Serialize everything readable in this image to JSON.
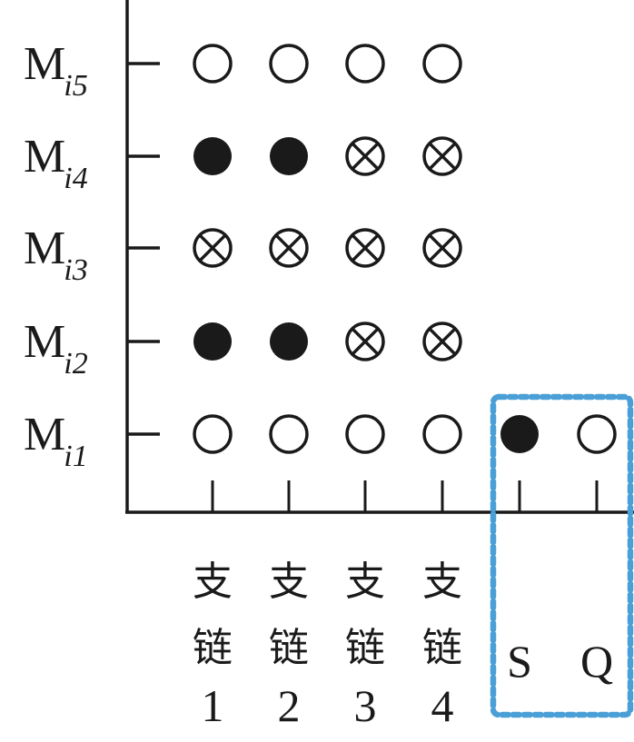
{
  "diagram": {
    "rows": [
      {
        "main": "M",
        "sub": "i5"
      },
      {
        "main": "M",
        "sub": "i4"
      },
      {
        "main": "M",
        "sub": "i3"
      },
      {
        "main": "M",
        "sub": "i2"
      },
      {
        "main": "M",
        "sub": "i1"
      }
    ],
    "columns": [
      {
        "lines": [
          "支",
          "链",
          "1"
        ]
      },
      {
        "lines": [
          "支",
          "链",
          "2"
        ]
      },
      {
        "lines": [
          "支",
          "链",
          "3"
        ]
      },
      {
        "lines": [
          "支",
          "链",
          "4"
        ]
      },
      {
        "lines": [
          "S"
        ]
      },
      {
        "lines": [
          "Q"
        ]
      }
    ],
    "grid": [
      [
        "open",
        "open",
        "open",
        "open",
        null,
        null
      ],
      [
        "filled",
        "filled",
        "cross",
        "cross",
        null,
        null
      ],
      [
        "cross",
        "cross",
        "cross",
        "cross",
        null,
        null
      ],
      [
        "filled",
        "filled",
        "cross",
        "cross",
        null,
        null
      ],
      [
        "open",
        "open",
        "open",
        "open",
        "filled",
        "open"
      ]
    ],
    "highlight": {
      "columns": [
        4,
        5
      ],
      "style": "dashed",
      "color": "#4a9fd6"
    },
    "colors": {
      "ink": "#1a1a1a",
      "highlight": "#4a9fd6"
    }
  }
}
